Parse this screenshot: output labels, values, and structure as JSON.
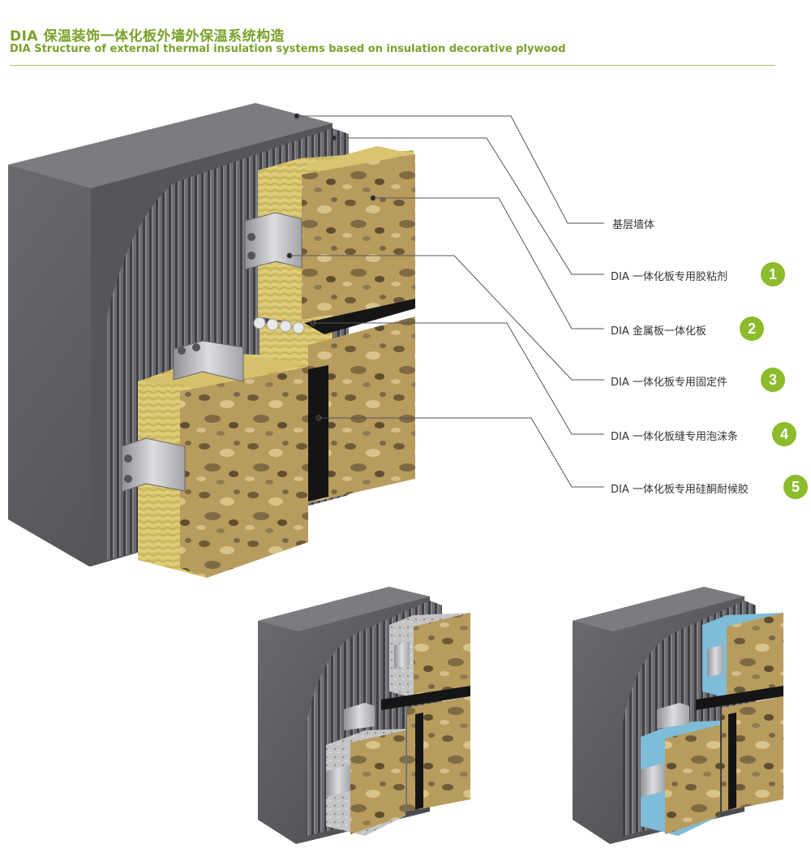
{
  "title_cn": "DIA 保温装饰一体化板外墙外保温系统构造",
  "title_en": "DIA Structure of external thermal insulation systems based on insulation decorative plywood",
  "colors": {
    "accent": "#8cbb2c",
    "title": "#7aa22a",
    "wall": "#5c5d60",
    "board": "#b49a5c",
    "core_wool": "#d9c772",
    "core_blue": "#7fbcd8",
    "core_grey": "#bdbdbd"
  },
  "callouts": [
    {
      "label": "基层墙体",
      "badge": ""
    },
    {
      "label": "DIA 一体化板专用胶粘剂",
      "badge": "1"
    },
    {
      "label": "DIA 金属板一体化板",
      "badge": "2"
    },
    {
      "label": "DIA 一体化板专用固定件",
      "badge": "3"
    },
    {
      "label": "DIA 一体化板缝专用泡沫条",
      "badge": "4"
    },
    {
      "label": "DIA 一体化板专用硅酮耐候胶",
      "badge": "5"
    }
  ],
  "variants": [
    "rock-wool-core",
    "grey-core",
    "blue-foam-core"
  ]
}
